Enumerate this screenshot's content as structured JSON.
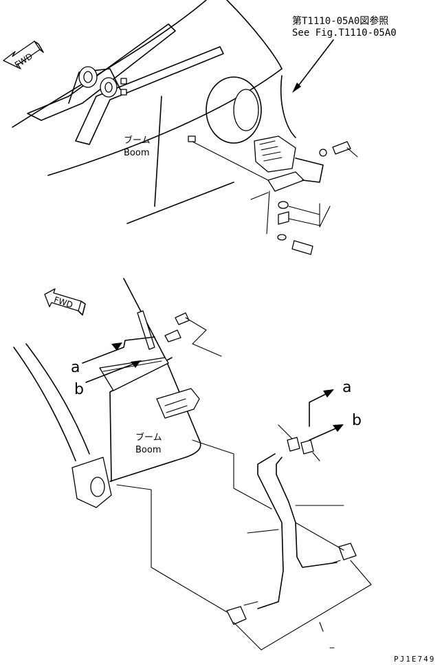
{
  "ref_jp": "第T1110-05A0図参照",
  "ref_en": "See Fig.T1110-05A0",
  "fwd_label": "FWD",
  "boom_jp": "ブーム",
  "boom_en": "Boom",
  "label_a": "a",
  "label_b": "b",
  "drawing_code": "PJ1E749"
}
